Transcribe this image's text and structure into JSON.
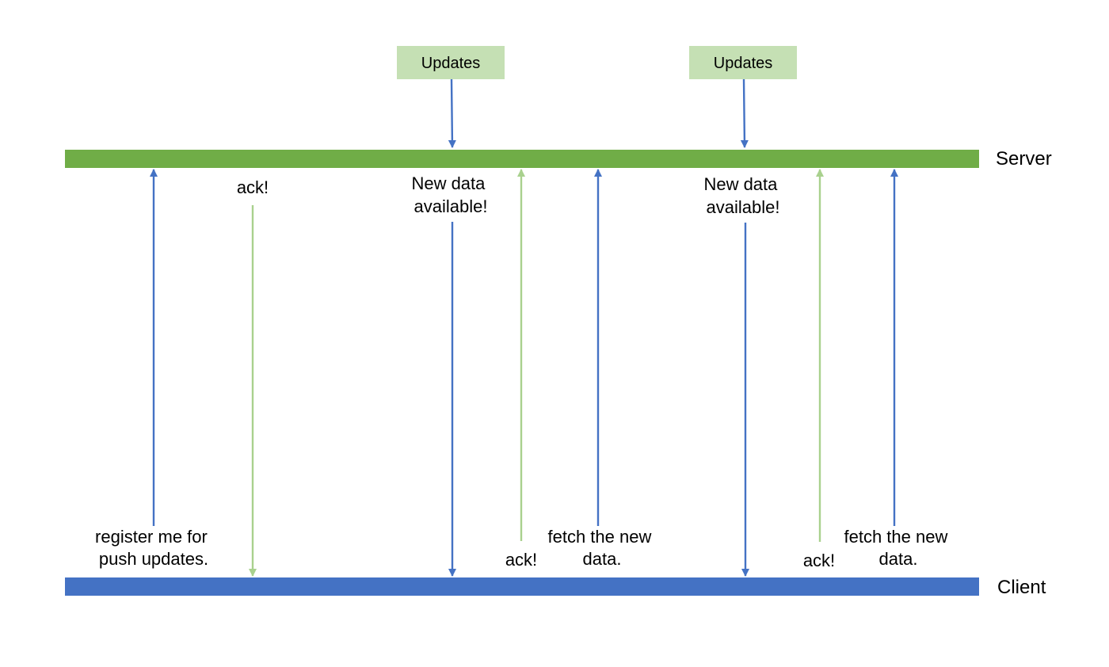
{
  "colors": {
    "server_bar": "#70ad47",
    "client_bar": "#4472c4",
    "update_box": "#c5e0b4",
    "blue_arrow": "#4472c4",
    "green_arrow": "#a9d18e"
  },
  "lanes": {
    "server": "Server",
    "client": "Client"
  },
  "update_boxes": [
    {
      "label": "Updates"
    },
    {
      "label": "Updates"
    }
  ],
  "messages": [
    {
      "lines": [
        "register me for",
        "push updates."
      ],
      "direction": "client-to-server",
      "color": "blue"
    },
    {
      "lines": [
        "ack!"
      ],
      "direction": "server-to-client",
      "color": "green"
    },
    {
      "lines": [
        "New data",
        "available!"
      ],
      "direction": "server-to-client",
      "color": "blue"
    },
    {
      "lines": [
        "ack!"
      ],
      "direction": "client-to-server",
      "color": "green"
    },
    {
      "lines": [
        "fetch the new",
        "data."
      ],
      "direction": "client-to-server",
      "color": "blue"
    },
    {
      "lines": [
        "New data",
        "available!"
      ],
      "direction": "server-to-client",
      "color": "blue"
    },
    {
      "lines": [
        "ack!"
      ],
      "direction": "client-to-server",
      "color": "green"
    },
    {
      "lines": [
        "fetch the new",
        "data."
      ],
      "direction": "client-to-server",
      "color": "blue"
    }
  ]
}
